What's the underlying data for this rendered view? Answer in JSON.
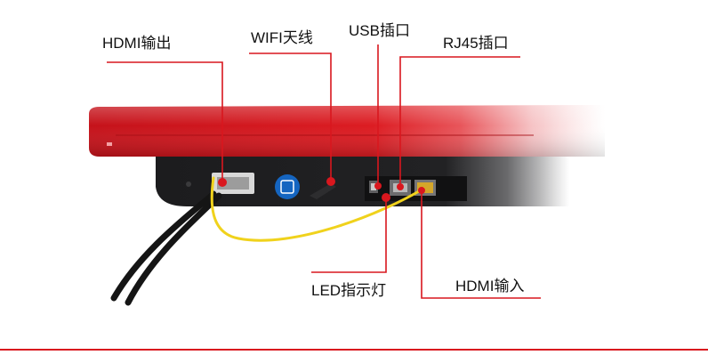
{
  "callouts": {
    "hdmi_out": "HDMI输出",
    "wifi_antenna": "WIFI天线",
    "usb_port": "USB插口",
    "rj45_port": "RJ45插口",
    "led_indicator": "LED指示灯",
    "hdmi_in": "HDMI输入"
  },
  "colors": {
    "lid_red": "#d9171e",
    "leader_red": "#d9171e",
    "panel_dark": "#1c1c1e",
    "cable_black": "#151515",
    "cable_yellow": "#f0d21c",
    "badge_blue": "#1565c0"
  }
}
